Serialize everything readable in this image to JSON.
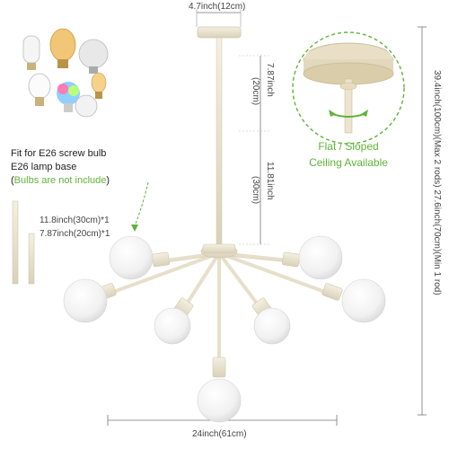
{
  "dimensions": {
    "top_width": "4.7inch(12cm)",
    "bottom_width": "24inch(61cm)",
    "rod_short_in": "7.87inch",
    "rod_short_cm": "(20cm)",
    "rod_long_in": "11.81inch",
    "rod_long_cm": "(30cm)",
    "total_height": "39.4inch(100cm)(Max 2 rods) 27.6inch(70cm)(Min 1 rod)"
  },
  "bulb_info": {
    "line1": "Fit for E26 screw bulb",
    "line2": "E26 lamp base",
    "paren_open": "(",
    "note": "Bulbs are not include",
    "paren_close": ")"
  },
  "rods": {
    "long": "11.8inch(30cm)*1",
    "short": "7.87inch(20cm)*1"
  },
  "ceiling": {
    "line1": "Flat / Sloped",
    "line2": "Ceiling Available"
  },
  "colors": {
    "accent": "#5fb33a",
    "fixture": "#ece6d4",
    "bulb": "#f7f7f7"
  }
}
